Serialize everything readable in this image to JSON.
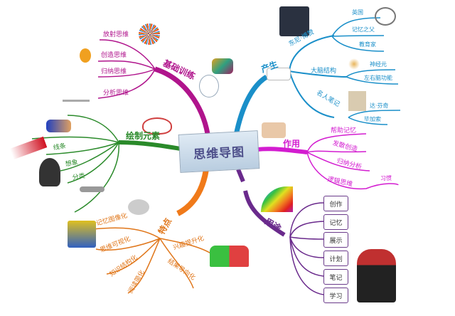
{
  "center": "思维导图",
  "branches": {
    "basic_training": {
      "label": "基础训练",
      "items": [
        "放射思维",
        "创造思维",
        "归纳思维",
        "分析思维"
      ],
      "color": "#b0148c"
    },
    "origin": {
      "label": "产生",
      "color": "#1a8fc9",
      "sub": [
        {
          "label": "东尼·博赞",
          "items": [
            "英国",
            "记忆之父",
            "教育家"
          ]
        },
        {
          "label": "大脑结构",
          "items": [
            "神经元",
            "左右脑功能"
          ]
        },
        {
          "label": "名人笔记",
          "items": [
            "达·芬奇",
            "毕加索"
          ]
        }
      ]
    },
    "drawing_elements": {
      "label": "绘制元素",
      "items": [
        "线条",
        "想象",
        "分类"
      ],
      "color": "#2a8a2a"
    },
    "function": {
      "label": "作用",
      "items": [
        "帮助记忆",
        "发散创造",
        "归纳分析",
        "逻辑思维"
      ],
      "extra": "习惯",
      "color": "#d31cd0"
    },
    "features": {
      "label": "特点",
      "items": [
        "记忆图像化",
        "思维可视化",
        "知识结构化",
        "阅读简化",
        "兴趣提升化",
        "结果导向化"
      ],
      "color": "#e0761a"
    },
    "uses": {
      "label": "用途",
      "items": [
        "创作",
        "记忆",
        "展示",
        "计划",
        "笔记",
        "学习"
      ],
      "color": "#6a2a8c"
    }
  }
}
